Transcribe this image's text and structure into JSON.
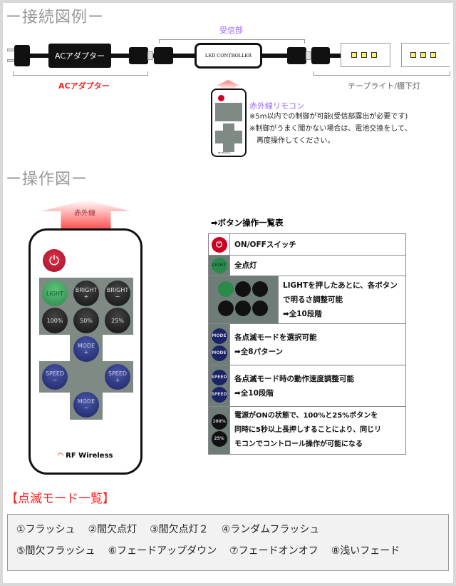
{
  "section1": {
    "title": "ー接続図例ー",
    "receiver_label": "受信部",
    "adapter_box": "ACアダプター",
    "controller_box": "LED CONTROLLER",
    "adapter_label": "ACアダプター",
    "tape_label": "テープライト/棚下灯",
    "remote_label": "赤外線リモコン",
    "notes": [
      "※5m以内での制御が可能(受信部露出が必要です)",
      "※制御がうまく聞かない場合は、電池交換をして、",
      "再度操作してください。"
    ],
    "remote_brand": "RF Wireless"
  },
  "section2": {
    "title": "ー操作図ー",
    "ir_label": "赤外線",
    "brand": "RF Wireless",
    "buttons": {
      "power": "⏻",
      "light": "LIGHT",
      "bright_up": "BRIGHT\n+",
      "bright_down": "BRIGHT\n−",
      "p100": "100%",
      "p50": "50%",
      "p25": "25%",
      "mode_up": "MODE\n+",
      "mode_down": "MODE\n−",
      "speed_down": "SPEED\n−",
      "speed_up": "SPEED\n+"
    }
  },
  "table": {
    "title": "➡ボタン操作一覧表",
    "rows": [
      {
        "text": [
          "ON/OFFスイッチ"
        ]
      },
      {
        "text": [
          "全点灯"
        ]
      },
      {
        "text": [
          "LIGHTを押したあとに、各ボタン",
          "で明るさ調整可能",
          "➡全10段階"
        ]
      },
      {
        "text": [
          "各点滅モードを選択可能",
          "➡全8パターン"
        ]
      },
      {
        "text": [
          "各点滅モード時の動作速度調整可能",
          "➡全10段階"
        ]
      },
      {
        "text": [
          "電源がONの状態で、100%と25%ボタンを",
          "同時に5秒以上長押しすることにより、同じリ",
          "モコンでコントロール操作が可能になる"
        ]
      }
    ]
  },
  "modes": {
    "title": "【点滅モード一覧】",
    "row1": [
      "①フラッシュ",
      "②間欠点灯",
      "③間欠点灯２",
      "④ランダムフラッシュ"
    ],
    "row2": [
      "⑤間欠フラッシュ",
      "⑥フェードアップダウン",
      "⑦フェードオンオフ",
      "⑧浅いフェード"
    ]
  },
  "colors": {
    "red": "#ff2020",
    "purple": "#9966ff"
  }
}
